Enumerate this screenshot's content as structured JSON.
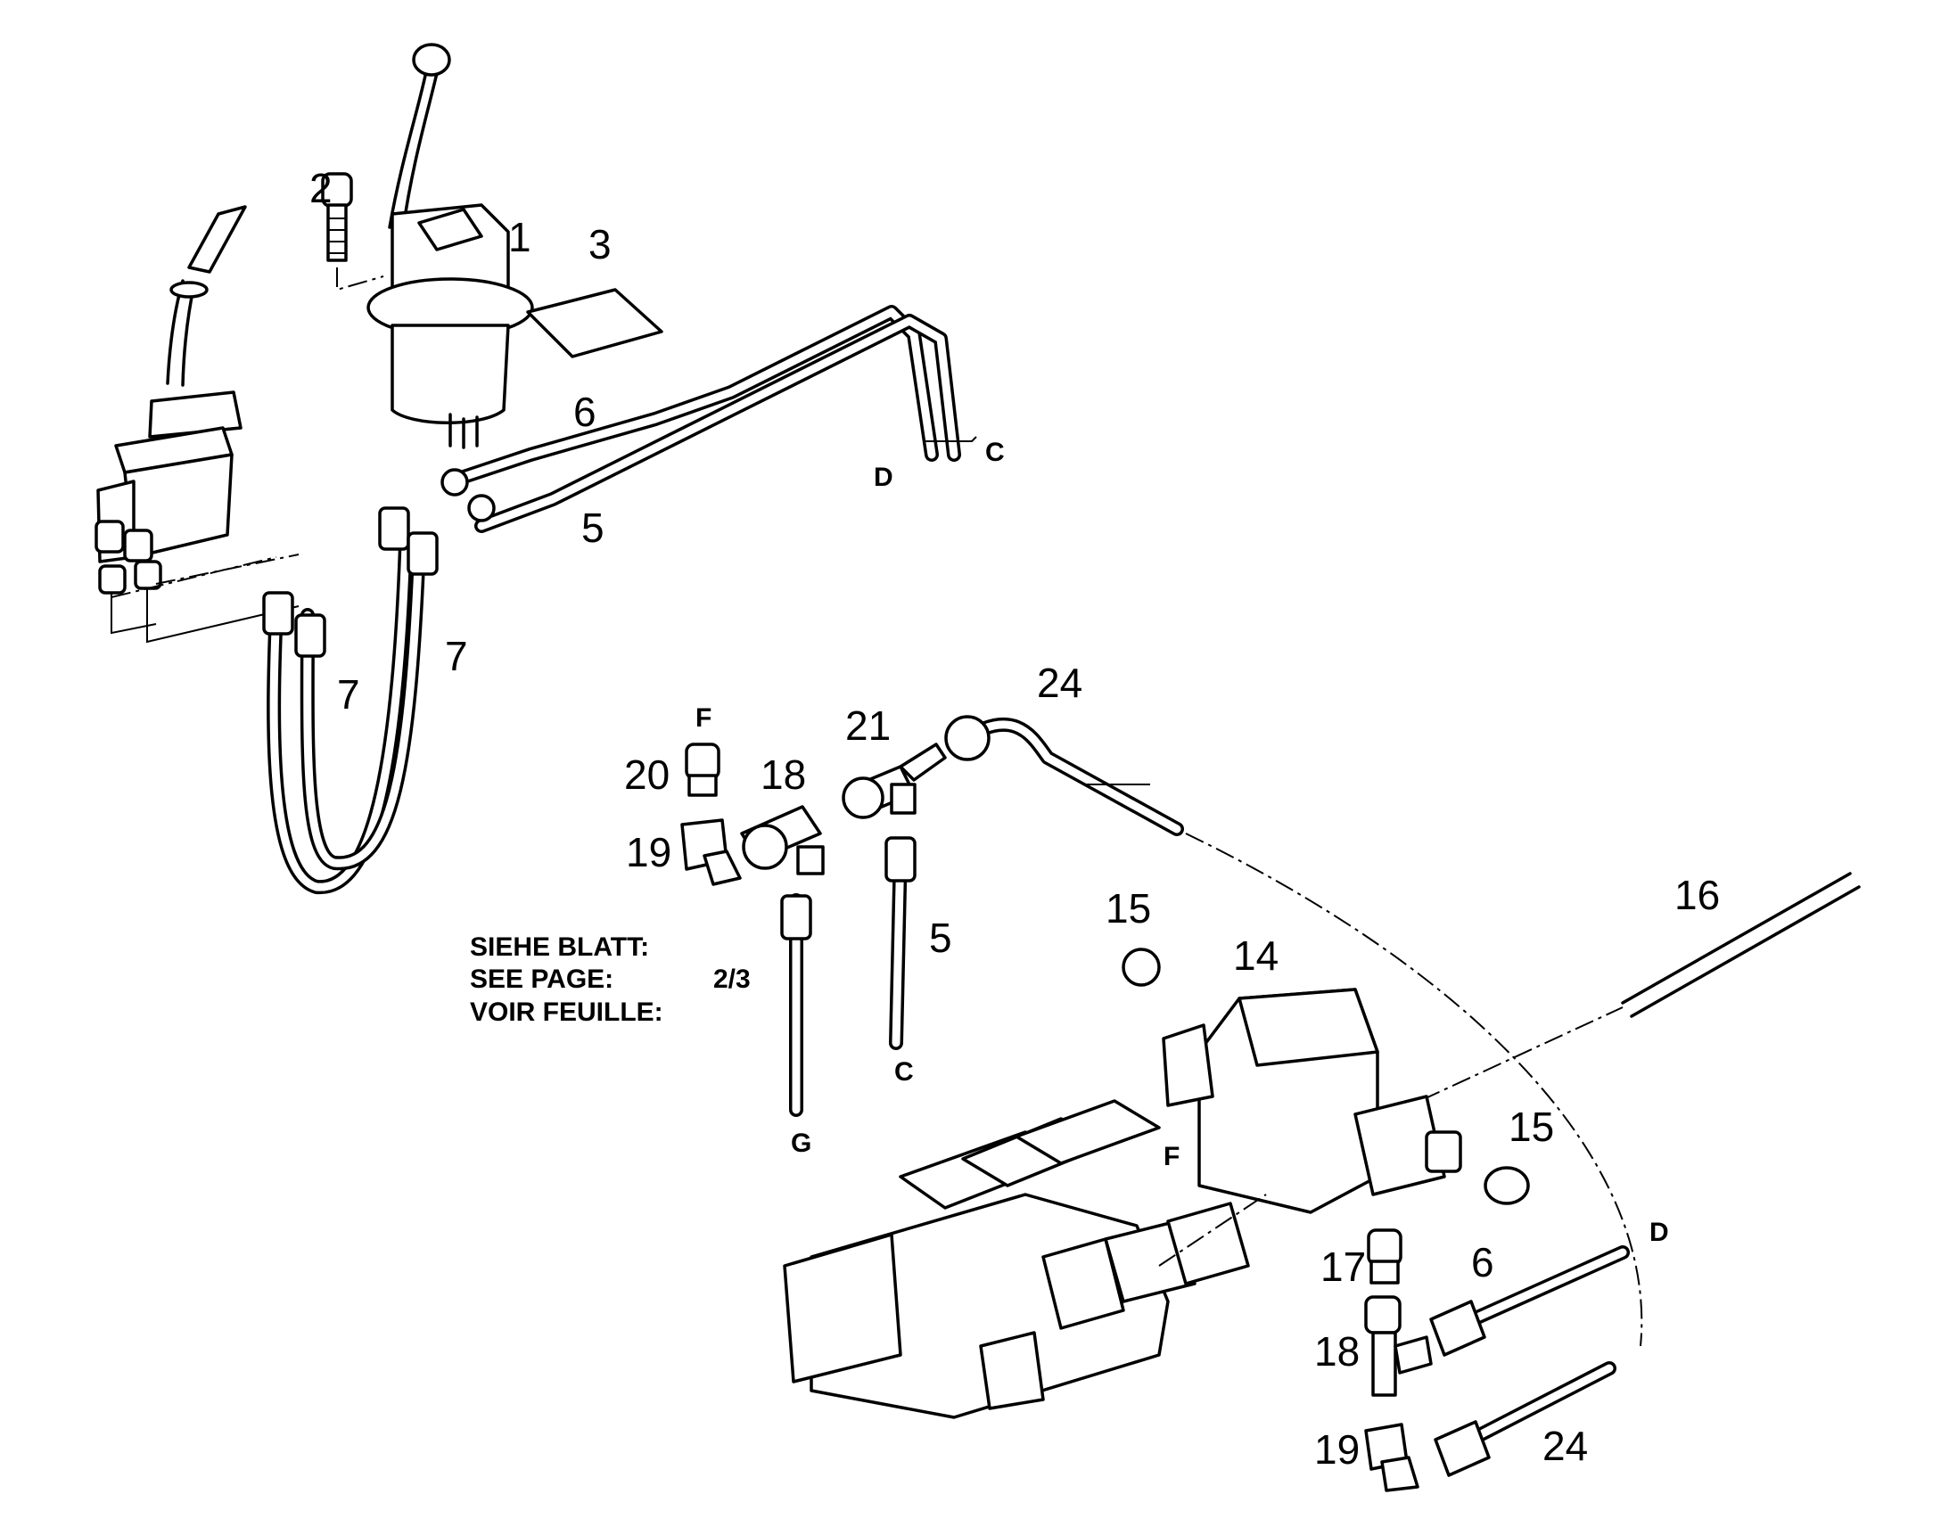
{
  "labels": {
    "p1": "1",
    "p2": "2",
    "p3": "3",
    "p6a": "6",
    "p5a": "5",
    "p7a": "7",
    "p7b": "7",
    "p24a": "24",
    "p21": "21",
    "p20": "20",
    "p18a": "18",
    "p19a": "19",
    "p5b": "5",
    "p15a": "15",
    "p14": "14",
    "p16": "16",
    "p15b": "15",
    "p17": "17",
    "p6b": "6",
    "p18b": "18",
    "p19b": "19",
    "p24b": "24"
  },
  "letters": {
    "d_top": "D",
    "c_top": "C",
    "f_top": "F",
    "c_bot": "C",
    "g_bot": "G",
    "f_mid": "F",
    "d_right": "D"
  },
  "note": {
    "line1": "SIEHE BLATT:",
    "line2": "SEE PAGE:",
    "line3": "VOIR FEUILLE:",
    "page_ref": "2/3"
  }
}
